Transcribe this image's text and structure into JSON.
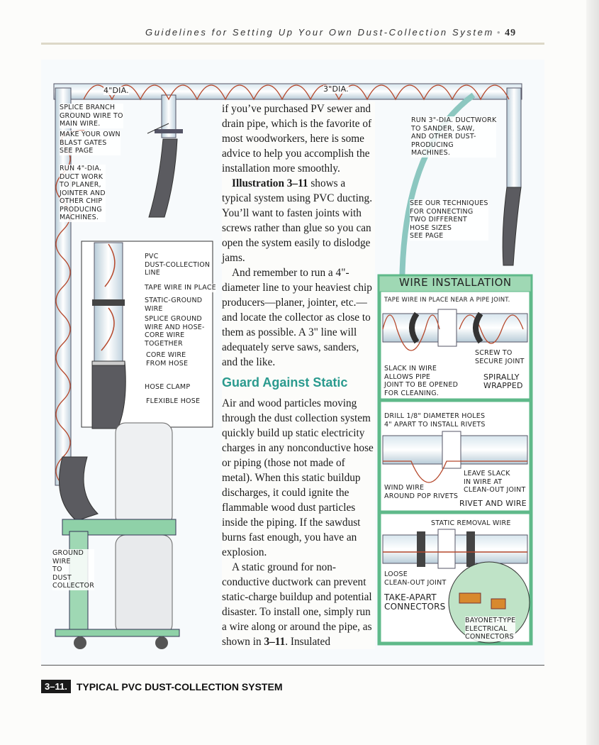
{
  "header": {
    "running_title": "Guidelines for Setting Up Your Own Dust-Collection System",
    "page_number": "49"
  },
  "body": {
    "p1": "if you’ve purchased PV sewer and drain pipe, which is the favorite of most woodworkers, here is some advice to help you accomplish the installation more smoothly.",
    "p2_bold": "Illustration 3–11",
    "p2": " shows a typical system using PVC ducting. You’ll want to fasten joints with screws rather than glue so you can open the system easily to dislodge jams.",
    "p3": "And remember to run a 4\"-diameter line to your heaviest chip producers—planer, jointer, etc.—and locate the collector as close to them as possible. A 3\" line will adequately serve saws, sanders, and the like.",
    "heading": "Guard Against Static",
    "p4": "Air and wood particles moving through the dust collection system quickly build up static electricity charges in any nonconductive hose or piping (those not made of metal). When this static buildup discharges, it could ignite the flammable wood dust particles inside the piping. If the sawdust burns fast enough, you have an explosion.",
    "p5_a": "A static ground for non-conductive ductwork can prevent static-charge buildup and potential disaster. To install one, simply run a wire along or around the pipe, as shown in ",
    "p5_bold": "3–11",
    "p5_b": ". Insulated"
  },
  "labels": {
    "dia4": "4\"DIA.",
    "dia3": "3\"DIA.",
    "splice_branch": "Splice branch\nground wire to\nmain wire.",
    "blast_gates": "Make your own\nblast gates\nsee page",
    "run4": "Run 4\"-dia.\nduct work\nto planer,\njointer and\nother chip\nproducing\nmachines.",
    "pvc_line": "PVC\ndust-collection\nline",
    "tape_wire": "Tape wire in place",
    "static_ground": "Static-ground\nwire",
    "splice_core": "Splice ground\nwire and hose-\ncore wire\ntogether",
    "core_wire": "Core wire\nfrom hose",
    "hose_clamp": "Hose clamp",
    "flexible_hose": "Flexible hose",
    "ground_collector": "Ground\nwire\nto\ndust\ncollector",
    "run3": "Run 3\"-dia. ductwork\nto sander, saw,\nand other dust-\nproducing\nmachines.",
    "see_techniques": "See our techniques\nfor connecting\ntwo different\nhose sizes\nsee page"
  },
  "wire_installation": {
    "title": "Wire Installation",
    "spiral": {
      "note_top": "Tape wire in place near a pipe joint.",
      "screw": "Screw to\nsecure joint",
      "slack": "Slack in wire\nallows pipe\njoint to be opened\nfor cleaning.",
      "name": "Spirally\nwrapped"
    },
    "rivet": {
      "drill": "Drill 1/8\" diameter holes\n4\" apart to install rivets",
      "wind": "Wind wire\naround pop rivets",
      "leave": "Leave slack\nin wire at\nclean-out joint",
      "name": "Rivet and wire"
    },
    "connectors": {
      "static_removal": "Static removal wire",
      "loose": "Loose\nclean-out joint",
      "name": "Take-apart\nconnectors",
      "bayonet": "Bayonet-type\nelectrical\nconnectors"
    }
  },
  "caption": {
    "number": "3–11.",
    "text": "TYPICAL PVC DUST-COLLECTION SYSTEM"
  },
  "colors": {
    "accent": "#2a9a8e",
    "panel_green": "#5fb98a",
    "wire": "#b5482c"
  }
}
